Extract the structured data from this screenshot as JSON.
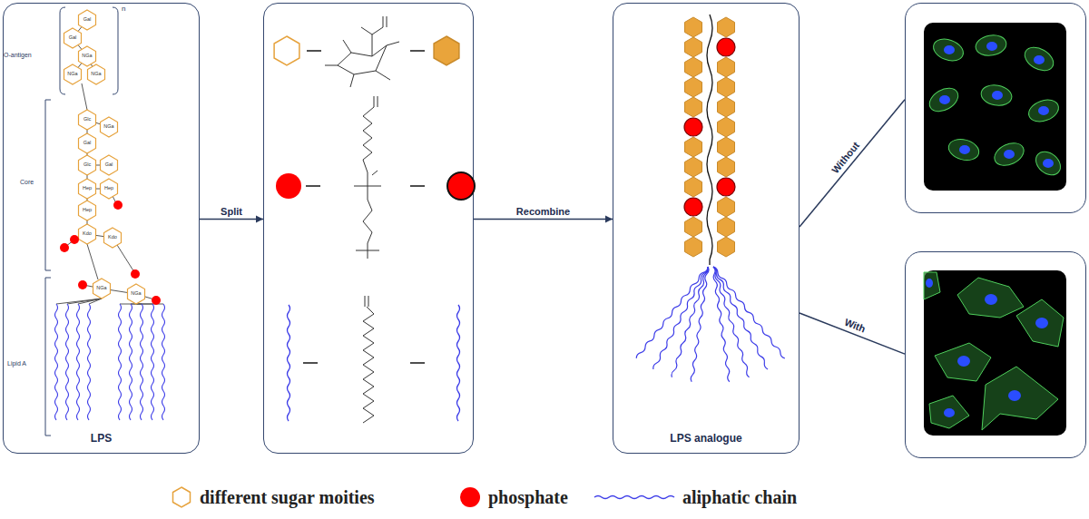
{
  "diagram": {
    "nodes": [
      {
        "text": [
          "LPS"
        ]
      },
      {
        "text": []
      },
      {
        "text": [
          "LPS analogue"
        ]
      },
      {
        "text": []
      },
      {
        "text": []
      }
    ],
    "edges": [
      {
        "from": 0,
        "to": 1,
        "label": "Split",
        "arrow": "to"
      },
      {
        "from": 1,
        "to": 2,
        "label": "Recombine",
        "arrow": "to"
      },
      {
        "from": 2,
        "to": 3,
        "label": "Without",
        "arrow": "none"
      },
      {
        "from": 2,
        "to": 4,
        "label": "With",
        "arrow": "none"
      }
    ],
    "labels": [
      "n",
      "O-antigen",
      "Core",
      "Lipid A",
      "Gal",
      "Gal",
      "NGa",
      "NGa",
      "NGa",
      "Glc",
      "NGa",
      "Gal",
      "Glc",
      "Gal",
      "Hep",
      "Hep",
      "Hep",
      "Kdo",
      "Kdo",
      "NGa",
      "NGa"
    ],
    "legend": [
      {
        "text": "different sugar moities"
      },
      {
        "text": "phosphate",
        "color": "#ff0000"
      },
      {
        "text": "aliphatic chain"
      }
    ]
  }
}
